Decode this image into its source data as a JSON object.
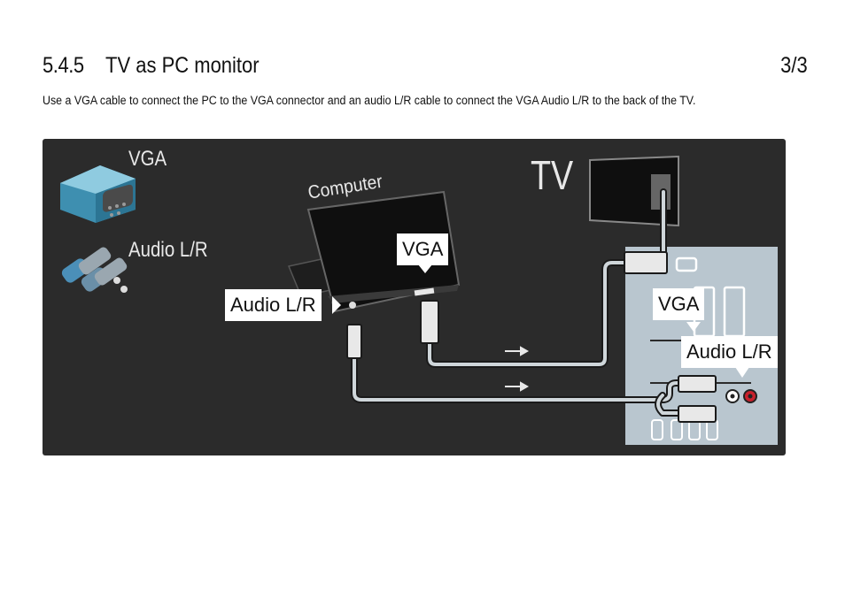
{
  "header": {
    "section_number": "5.4.5",
    "section_title": "TV as PC monitor",
    "page_indicator": "3/3"
  },
  "intro_text": "Use a VGA cable to connect the PC to the VGA connector and an audio L/R cable to connect the VGA Audio L/R to the back of the TV.",
  "diagram": {
    "legend": {
      "vga_label": "VGA",
      "audio_label": "Audio L/R"
    },
    "computer_label": "Computer",
    "tv_label": "TV",
    "callouts": {
      "computer_vga": "VGA",
      "computer_audio": "Audio L/R",
      "tv_vga": "VGA",
      "tv_audio": "Audio L/R"
    },
    "colors": {
      "background": "#2b2b2b",
      "panel": "#b9c6cf",
      "cable": "#cfd6da",
      "connector_blue": "#5aa6c2",
      "audio_red": "#c8202c"
    }
  }
}
